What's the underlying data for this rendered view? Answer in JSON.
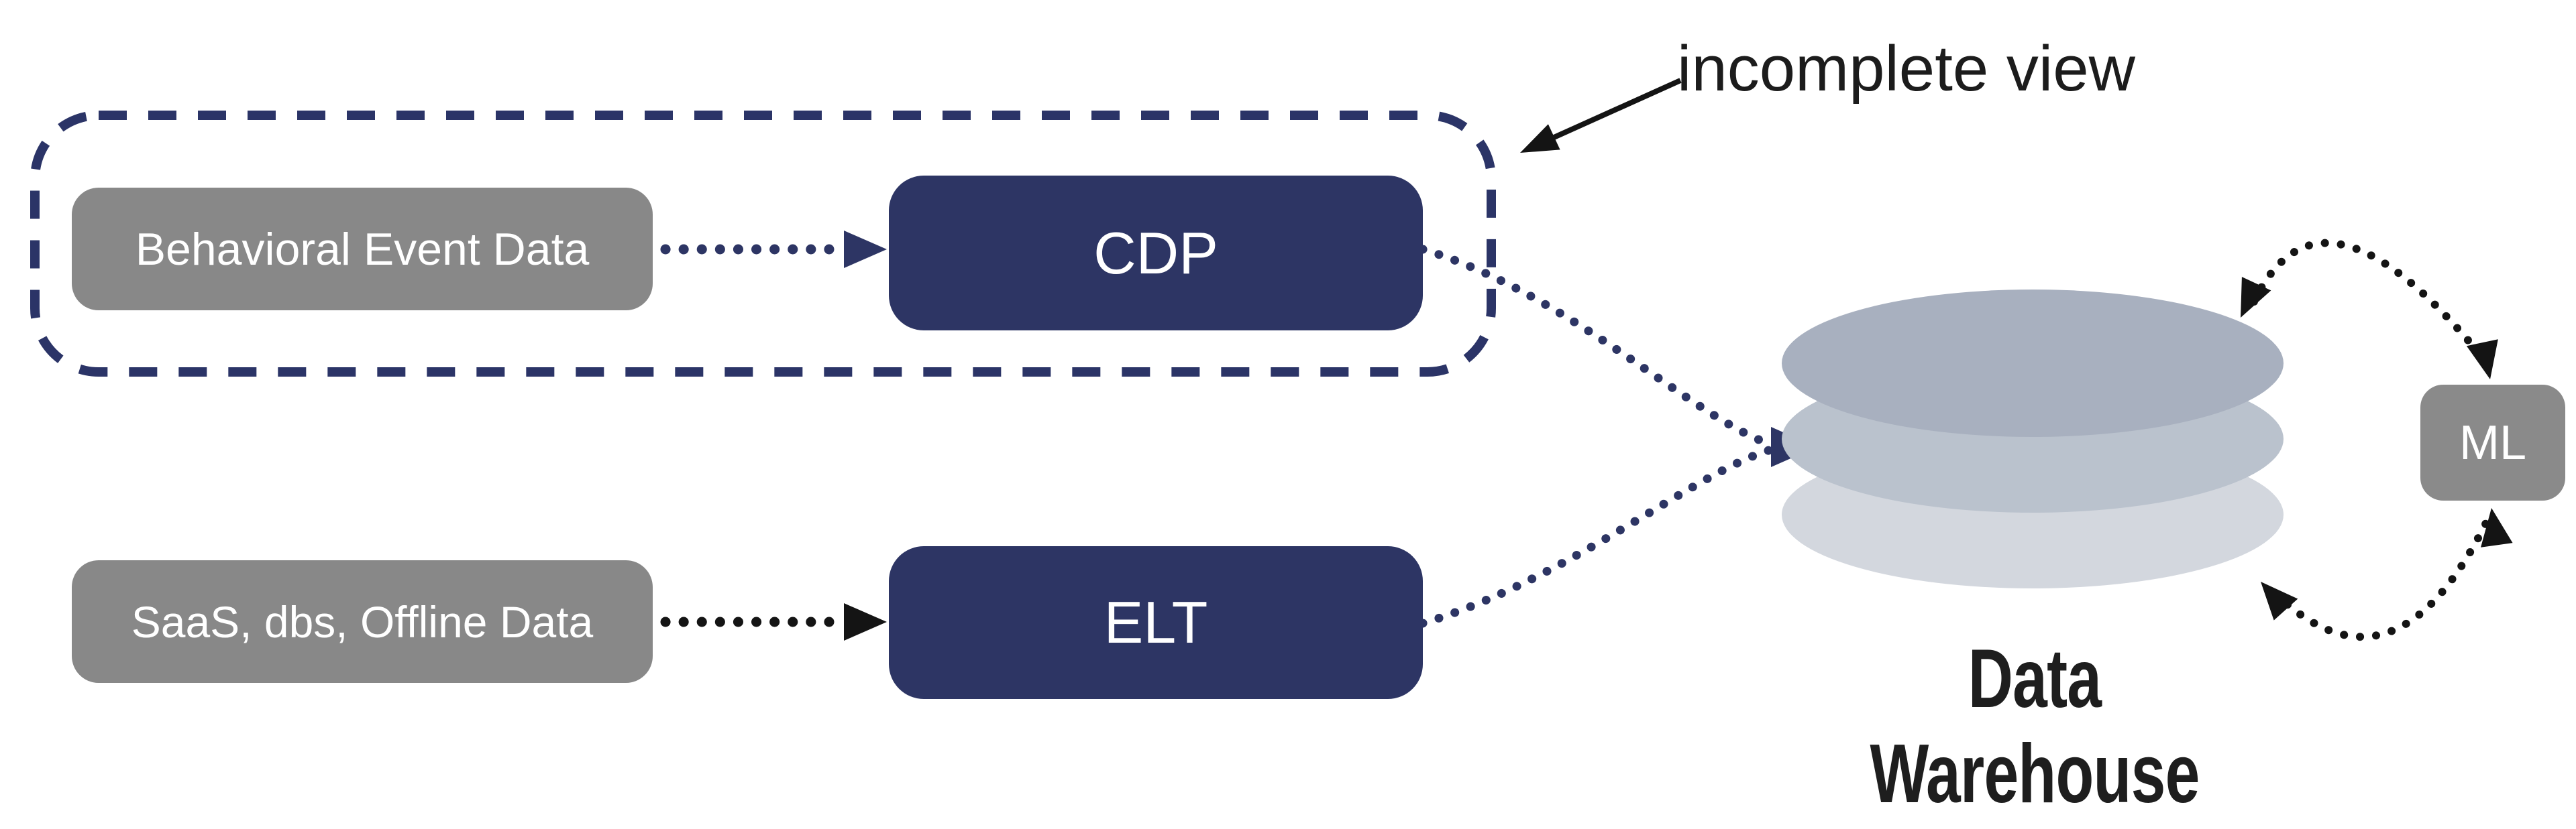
{
  "diagram": {
    "annotation": {
      "label": "incomplete view"
    },
    "nodes": {
      "behavioral": {
        "label": "Behavioral Event Data",
        "type": "source"
      },
      "cdp": {
        "label": "CDP",
        "type": "processor"
      },
      "saas": {
        "label": "SaaS, dbs, Offline Data",
        "type": "source"
      },
      "elt": {
        "label": "ELT",
        "type": "processor"
      },
      "warehouse": {
        "label": "Data Warehouse",
        "type": "storage"
      },
      "ml": {
        "label": "ML",
        "type": "processor"
      }
    },
    "edges": [
      {
        "from": "Behavioral Event Data",
        "to": "CDP",
        "style": "dotted-arrow",
        "color": "#2d3564"
      },
      {
        "from": "SaaS, dbs, Offline Data",
        "to": "ELT",
        "style": "dotted-arrow",
        "color": "#141414"
      },
      {
        "from": "CDP",
        "to": "Data Warehouse",
        "style": "dotted-curve-arrow",
        "color": "#2d3564"
      },
      {
        "from": "ELT",
        "to": "Data Warehouse",
        "style": "dotted-curve-arrow",
        "color": "#2d3564"
      },
      {
        "from": "Data Warehouse",
        "to": "ML",
        "style": "dotted-arc-double-arrow",
        "color": "#141414"
      },
      {
        "from": "ML",
        "to": "Data Warehouse",
        "style": "dotted-arc-double-arrow",
        "color": "#141414"
      },
      {
        "from": "incomplete view",
        "to": "dashed-group",
        "style": "solid-arrow",
        "color": "#141414"
      }
    ],
    "groups": [
      {
        "name": "incomplete-view-group",
        "contains": [
          "Behavioral Event Data",
          "CDP"
        ],
        "border": "dashed"
      }
    ],
    "colors": {
      "navy": "#2d3564",
      "dashed_border": "#2b3467",
      "gray_node": "#888888",
      "ml_gray": "#8a8a8a",
      "ellipse_top": "#a8b0bf",
      "ellipse_middle": "#bac2cd",
      "ellipse_bottom": "#d3d7de",
      "black_arrow": "#141414",
      "text_dark": "#1c1c1c",
      "text_light": "#ffffff"
    }
  }
}
